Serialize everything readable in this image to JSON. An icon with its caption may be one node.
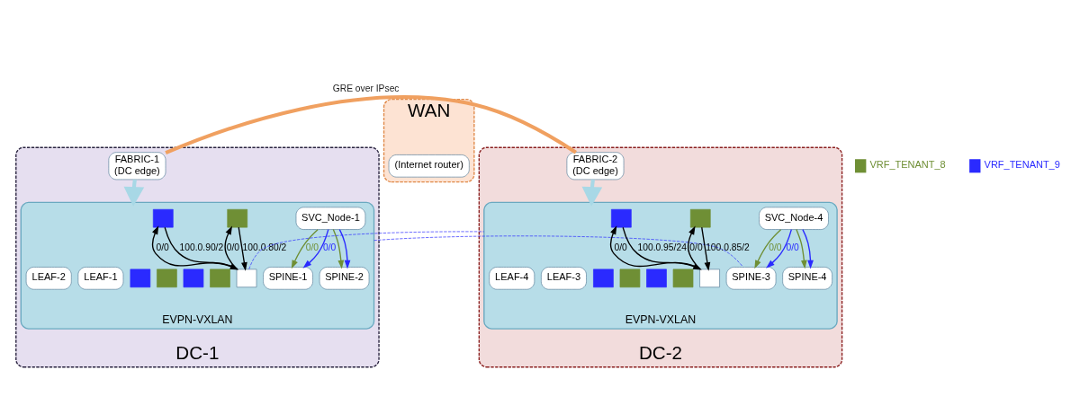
{
  "diagram": {
    "nodes": [
      {
        "text": [
          "DC-1"
        ]
      },
      {
        "text": [
          "FABRIC-1",
          "(DC edge)"
        ],
        "in": 0
      },
      {
        "text": [
          "EVPN-VXLAN"
        ],
        "in": 0
      },
      {
        "text": [
          "SPINE-1"
        ],
        "in": 2
      },
      {
        "text": [
          "SPINE-2"
        ],
        "in": 2
      },
      {
        "text": [
          "SVC_Node-1"
        ],
        "in": 2
      },
      {
        "text": [],
        "shape": "box",
        "in": 2
      },
      {
        "text": [],
        "shape": "box",
        "in": 2
      },
      {
        "text": [],
        "shape": "box",
        "in": 2
      },
      {
        "text": [],
        "shape": "box",
        "in": 2
      },
      {
        "text": [],
        "shape": "box",
        "in": 2
      },
      {
        "text": [],
        "shape": "box",
        "in": 2
      },
      {
        "text": [
          "LEAF-1"
        ],
        "in": 2
      },
      {
        "text": [
          "LEAF-2"
        ],
        "in": 2
      },
      {
        "text": [],
        "shape": "box",
        "in": 2
      },
      {
        "text": [
          "WAN"
        ]
      },
      {
        "text": [
          "(Internet router)"
        ],
        "in": 15
      },
      {
        "text": [
          "DC-2"
        ]
      },
      {
        "text": [
          "FABRIC-2",
          "(DC edge)"
        ],
        "in": 17
      },
      {
        "text": [
          "EVPN-VXLAN"
        ],
        "in": 17
      },
      {
        "text": [
          "SPINE-3"
        ],
        "in": 19
      },
      {
        "text": [
          "SPINE-4"
        ],
        "in": 19
      },
      {
        "text": [
          "SVC_Node-4"
        ],
        "in": 19
      },
      {
        "text": [],
        "shape": "box",
        "in": 19
      },
      {
        "text": [],
        "shape": "box",
        "in": 19
      },
      {
        "text": [],
        "shape": "box",
        "in": 19
      },
      {
        "text": [],
        "shape": "box",
        "in": 19
      },
      {
        "text": [],
        "shape": "box",
        "in": 19
      },
      {
        "text": [],
        "shape": "box",
        "in": 19
      },
      {
        "text": [
          "LEAF-3"
        ],
        "in": 19
      },
      {
        "text": [
          "LEAF-4"
        ],
        "in": 19
      },
      {
        "text": [],
        "shape": "box",
        "in": 19
      }
    ],
    "edges": [
      {
        "from": 1,
        "to": 18,
        "arrow": "none",
        "label": "GRE over IPsec",
        "style": "thick",
        "color": "#f0a060"
      },
      {
        "from": 1,
        "to": 2,
        "arrow": "to",
        "style": "thick",
        "color": "#a8d8e6"
      },
      {
        "from": 5,
        "to": 3,
        "arrow": "to",
        "label": "0/0",
        "color": "#6f8f35"
      },
      {
        "from": 5,
        "to": 4,
        "arrow": "to",
        "color": "#6f8f35"
      },
      {
        "from": 5,
        "to": 3,
        "arrow": "to",
        "label": "0/0",
        "color": "#2a2aff"
      },
      {
        "from": 5,
        "to": 4,
        "arrow": "to",
        "color": "#2a2aff"
      },
      {
        "from": 10,
        "to": 14,
        "arrow": "to",
        "label": "100.0.80/2"
      },
      {
        "from": 14,
        "to": 10,
        "arrow": "to",
        "label": "0/0"
      },
      {
        "from": 11,
        "to": 14,
        "arrow": "to",
        "label": "100.0.90/2"
      },
      {
        "from": 14,
        "to": 11,
        "arrow": "to",
        "label": "0/0"
      },
      {
        "from": 18,
        "to": 19,
        "arrow": "to",
        "style": "thick",
        "color": "#a8d8e6"
      },
      {
        "from": 22,
        "to": 20,
        "arrow": "to",
        "label": "0/0",
        "color": "#6f8f35"
      },
      {
        "from": 22,
        "to": 21,
        "arrow": "to",
        "color": "#6f8f35"
      },
      {
        "from": 22,
        "to": 20,
        "arrow": "to",
        "label": "0/0",
        "color": "#2a2aff"
      },
      {
        "from": 22,
        "to": 21,
        "arrow": "to",
        "color": "#2a2aff"
      },
      {
        "from": 27,
        "to": 31,
        "arrow": "to",
        "label": "100.0.85/2"
      },
      {
        "from": 31,
        "to": 27,
        "arrow": "to",
        "label": "0/0"
      },
      {
        "from": 28,
        "to": 31,
        "arrow": "to",
        "label": "100.0.95/24"
      },
      {
        "from": 31,
        "to": 28,
        "arrow": "to",
        "label": "0/0"
      },
      {
        "from": 2,
        "to": 20,
        "arrow": "none",
        "style": "dashed",
        "color": "#2a2aff"
      },
      {
        "from": 14,
        "to": 19,
        "arrow": "none",
        "style": "dashed",
        "color": "#2a2aff"
      }
    ],
    "legend": [
      {
        "text": "VRF_TENANT_8",
        "color": "#6f8f35"
      },
      {
        "text": "VRF_TENANT_9",
        "color": "#2a2aff"
      }
    ]
  }
}
